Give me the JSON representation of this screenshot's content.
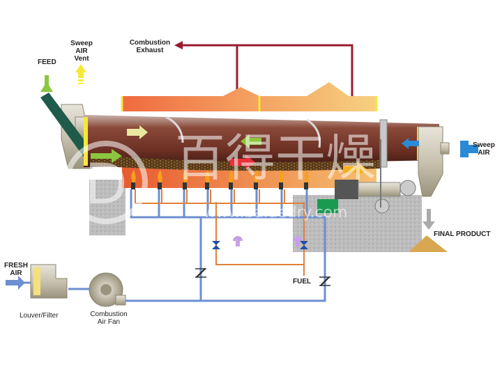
{
  "labels": {
    "feed": "FEED",
    "sweep_air_vent": [
      "Sweep",
      "AIR",
      "Vent"
    ],
    "combustion_exhaust": [
      "Combustion",
      "Exhaust"
    ],
    "sweep_air": [
      "Sweep",
      "AIR"
    ],
    "final_product": "FINAL PRODUCT",
    "fresh_air": [
      "FRESH",
      "AIR"
    ],
    "louver_filter": "Louver/Filter",
    "combustion_air_fan": [
      "Combustion",
      "Air Fan"
    ],
    "fuel": "FUEL"
  },
  "watermark": {
    "chinese": "百得干燥",
    "url": "www.baidedry.com"
  },
  "colors": {
    "exhaust_duct": "#9b1b30",
    "air_pipe": "#6b8fd0",
    "fuel_pipe": "#e0803a",
    "drum": "#7a3a2a",
    "hood_gradient_start": "#f07040",
    "hood_gradient_end": "#f5c070",
    "feed_arrow": "#8cc63f",
    "vent_arrow": "#f5e83a",
    "sweep_air_arrow": "#2a8ad8",
    "concrete": "#bdbdbd"
  }
}
